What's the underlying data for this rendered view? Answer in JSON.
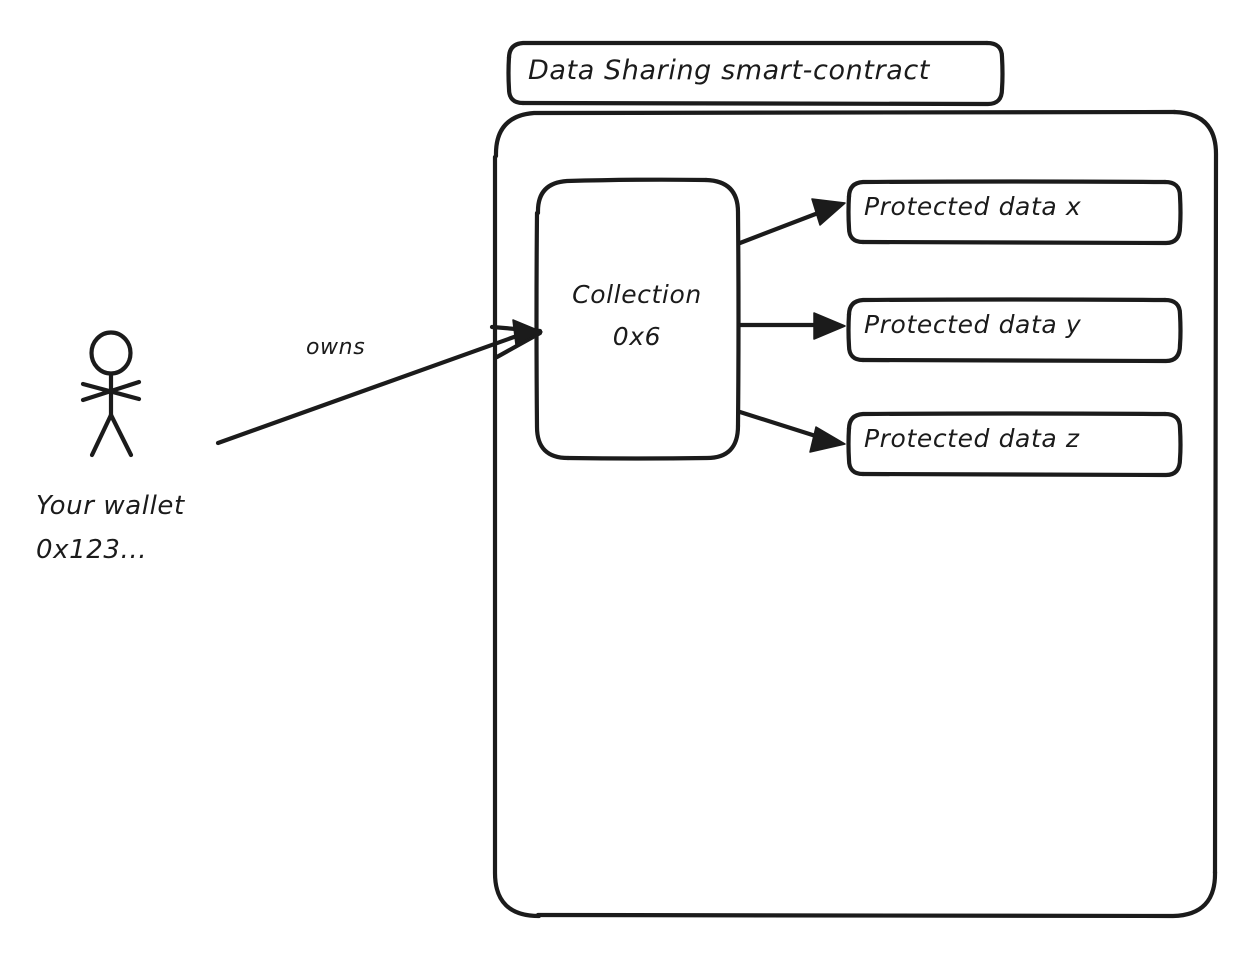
{
  "diagram": {
    "type": "architecture-diagram",
    "background_color": "#ffffff",
    "stroke_color": "#1b1b1b",
    "contract": {
      "title": "Data Sharing smart-contract",
      "collection": {
        "name_line1": "Collection",
        "name_line2": "0x6",
        "full_label": "Collection 0x6"
      },
      "protected_items": [
        {
          "label": "Protected data x"
        },
        {
          "label": "Protected data y"
        },
        {
          "label": "Protected data z"
        }
      ]
    },
    "actor": {
      "icon": "stick-figure-person",
      "label_line1": "Your wallet",
      "label_line2": "0x123...",
      "full_label": "Your wallet 0x123..."
    },
    "edges": [
      {
        "label": "owns",
        "from": "your-wallet",
        "to": "collection-0x6"
      },
      {
        "label": "",
        "from": "collection-0x6",
        "to": "protected-data-x"
      },
      {
        "label": "",
        "from": "collection-0x6",
        "to": "protected-data-y"
      },
      {
        "label": "",
        "from": "collection-0x6",
        "to": "protected-data-z"
      }
    ]
  }
}
